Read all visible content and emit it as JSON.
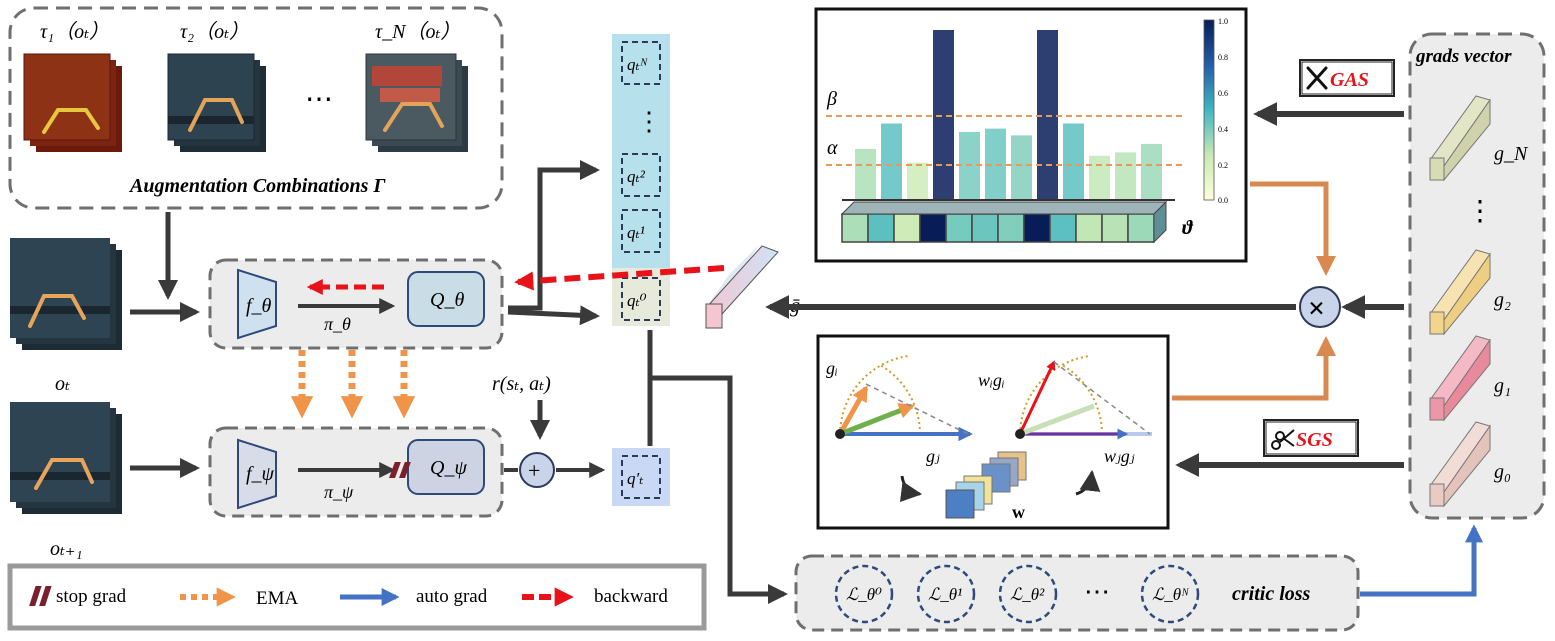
{
  "augmentation": {
    "title": "Augmentation Combinations Γ",
    "tau_labels": [
      "τ₁（oₜ）",
      "τ₂（oₜ）",
      "τ_N（oₜ）"
    ],
    "ellipsis": "⋯"
  },
  "observations": {
    "current": "oₜ",
    "next": "oₜ₊₁"
  },
  "online_net": {
    "encoder": "f_θ",
    "policy": "π_θ",
    "critic": "Q_θ"
  },
  "target_net": {
    "encoder": "f_ψ",
    "policy": "π_ψ",
    "critic": "Q_ψ"
  },
  "reward": "r(sₜ, aₜ)",
  "plus": "+",
  "q_values": {
    "qN": "qₜᴺ",
    "q2": "qₜ²",
    "q1": "qₜ¹",
    "q0": "qₜ⁰",
    "q_target": "q′ₜ",
    "dots": "⋮"
  },
  "g_bar": "ḡ",
  "grads": {
    "title": "grads vector",
    "labels": [
      "g_N",
      "g₂",
      "g₁",
      "g₀"
    ],
    "dots": "⋮"
  },
  "gas": {
    "label": "GAS",
    "icon": "tools-icon"
  },
  "sgs": {
    "label": "SGS",
    "icon": "scissors-icon"
  },
  "multiply": "×",
  "bar_panel": {
    "beta": "β",
    "alpha": "α",
    "theta_label": "ϑ",
    "colorbar_ticks": [
      "1.0",
      "0.8",
      "0.6",
      "0.4",
      "0.2",
      "0.0"
    ]
  },
  "chart_data": {
    "type": "bar",
    "values": [
      0.3,
      0.45,
      0.22,
      1.0,
      0.4,
      0.42,
      0.38,
      1.0,
      0.45,
      0.26,
      0.28,
      0.33
    ],
    "ylim": [
      0,
      1.0
    ],
    "thresholds": {
      "beta": 0.48,
      "alpha": 0.2
    },
    "colormap": "YlGnBu"
  },
  "vector_panel": {
    "gi": "gᵢ",
    "gj": "gⱼ",
    "wigi": "wᵢgᵢ",
    "wjgj": "wⱼgⱼ",
    "w": "w"
  },
  "critic_loss": {
    "label": "critic loss",
    "items": [
      "ℒ_θ⁰",
      "ℒ_θ¹",
      "ℒ_θ²",
      "ℒ_θᴺ"
    ],
    "dots": "⋯"
  },
  "legend": {
    "stop_grad": "stop grad",
    "ema": "EMA",
    "auto_grad": "auto grad",
    "backward": "backward"
  },
  "colors": {
    "dark_arrow": "#3a3a3a",
    "orange": "#d9894f",
    "ema_orange": "#f0944a",
    "blue": "#4472c4",
    "red": "#e8121a",
    "stop_grad": "#7a1f2b"
  }
}
